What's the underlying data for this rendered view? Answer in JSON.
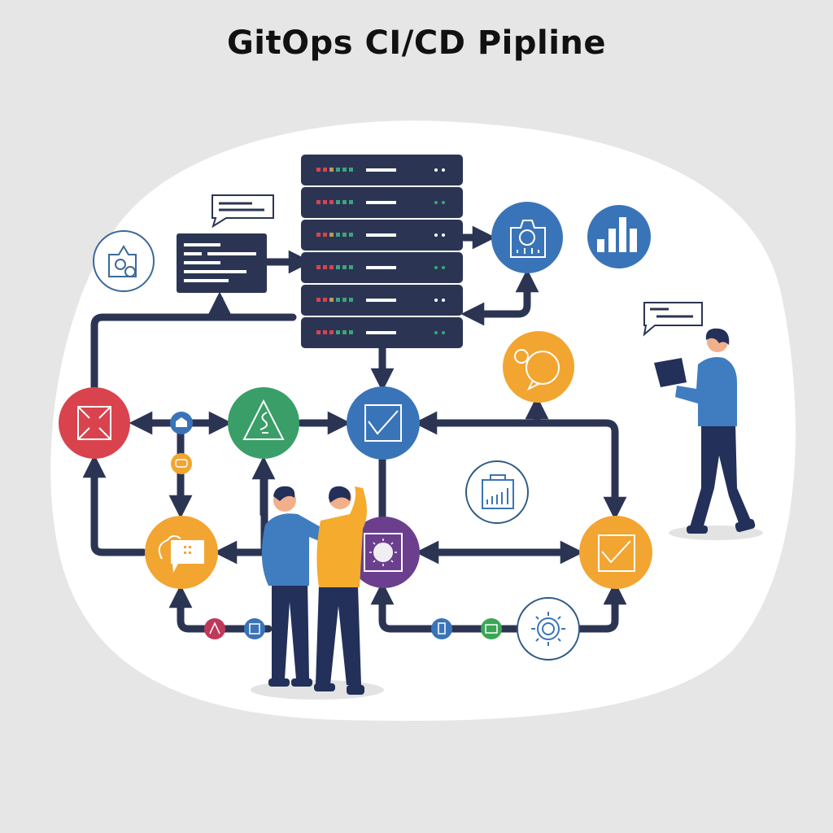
{
  "title": "GitOps CI/CD Pipline",
  "colors": {
    "background": "#e6e6e6",
    "canvas": "#ffffff",
    "navy": "#2b3553",
    "red": "#d9434e",
    "green": "#3a9e68",
    "blue": "#3a74b8",
    "orange": "#f2a531",
    "purple": "#6b3f8e",
    "led_red": "#d9434e",
    "led_amber": "#b89a5a",
    "led_green": "#3aa67a"
  },
  "server_rack": {
    "units": 6,
    "icon": "server-rack-icon"
  },
  "nodes": [
    {
      "id": "red-node",
      "icon": "envelope-icon",
      "color": "red"
    },
    {
      "id": "green-node",
      "icon": "warning-triangle-icon",
      "color": "green"
    },
    {
      "id": "blue-check-node",
      "icon": "checkbox-icon",
      "color": "blue"
    },
    {
      "id": "camera-node",
      "icon": "camera-icon",
      "color": "blue"
    },
    {
      "id": "chart-node",
      "icon": "bar-chart-icon",
      "color": "blue"
    },
    {
      "id": "chat-node",
      "icon": "chat-bubble-icon",
      "color": "orange"
    },
    {
      "id": "cloud-chat-node",
      "icon": "cloud-chat-icon",
      "color": "orange"
    },
    {
      "id": "purple-node",
      "icon": "sun-frame-icon",
      "color": "purple"
    },
    {
      "id": "orange-check-node",
      "icon": "checkbox-icon",
      "color": "orange"
    },
    {
      "id": "outline-upload-node",
      "icon": "upload-icon",
      "color": "blue"
    },
    {
      "id": "outline-report-node",
      "icon": "report-icon",
      "color": "blue"
    },
    {
      "id": "outline-gear-node",
      "icon": "gear-icon",
      "color": "blue"
    }
  ],
  "people": [
    {
      "id": "person-blue-shirt",
      "shirt": "#3f7dc0"
    },
    {
      "id": "person-yellow-shirt",
      "shirt": "#f4ab2e"
    },
    {
      "id": "person-with-laptop",
      "shirt": "#3f7dc0"
    }
  ]
}
